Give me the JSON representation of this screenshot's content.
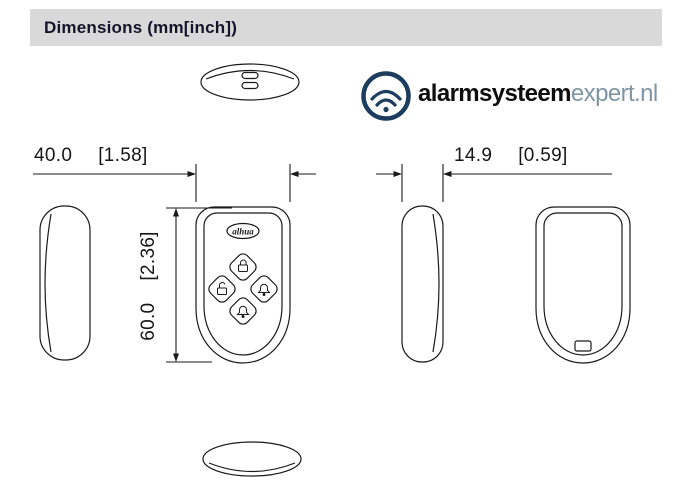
{
  "header": {
    "title": "Dimensions (mm[inch])"
  },
  "logo": {
    "name_bold": "alarmsysteem",
    "name_light": "expert.nl"
  },
  "dimensions": {
    "width": {
      "mm": "40.0",
      "inch": "[1.58]"
    },
    "height": {
      "mm": "60.0",
      "inch": "[2.36]"
    },
    "depth": {
      "mm": "14.9",
      "inch": "[0.59]"
    }
  },
  "device": {
    "brand_mark": "alhua",
    "button_icons": [
      "arm-lock",
      "disarm-lock-open",
      "alert-bell",
      "sos-bell"
    ]
  },
  "colors": {
    "header_bg": "#d9d9d9",
    "logo_navy": "#1d3d5f",
    "line": "#1a1a1a",
    "light_text": "#7f95a3"
  }
}
